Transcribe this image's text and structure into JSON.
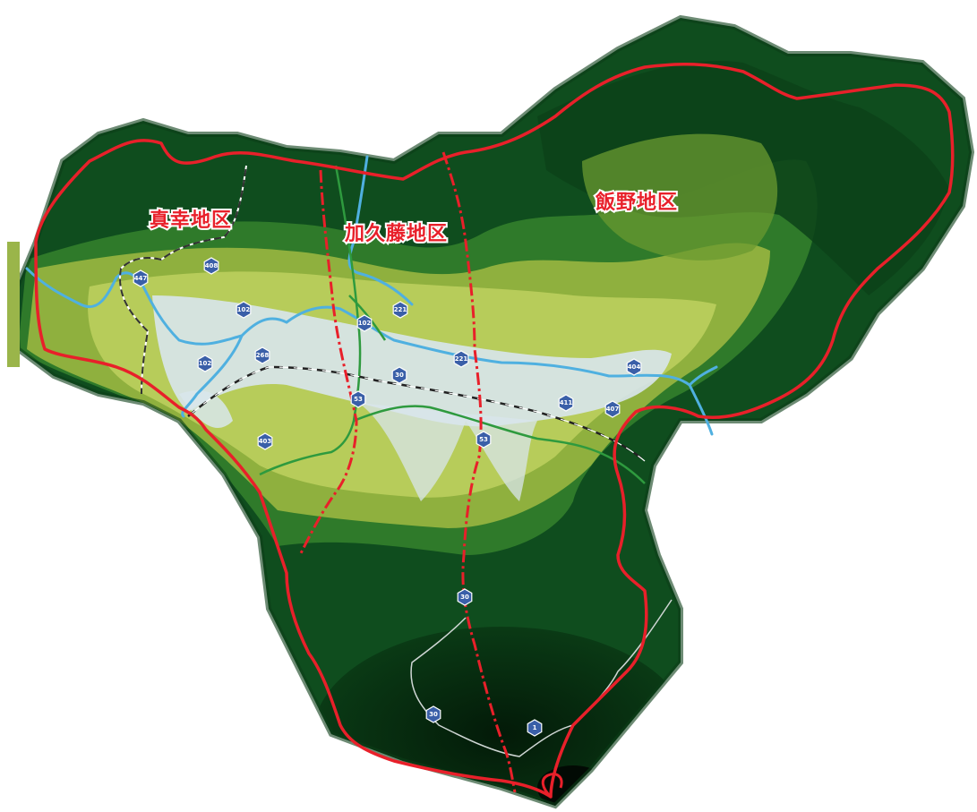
{
  "map": {
    "districts": [
      {
        "name": "真幸地区"
      },
      {
        "name": "加久藤地区"
      },
      {
        "name": "飯野地区"
      }
    ],
    "route_shields": [
      {
        "label": "447",
        "kind": "prefectural"
      },
      {
        "label": "408",
        "kind": "prefectural"
      },
      {
        "label": "102",
        "kind": "prefectural"
      },
      {
        "label": "102",
        "kind": "prefectural"
      },
      {
        "label": "268",
        "kind": "national"
      },
      {
        "label": "102",
        "kind": "prefectural"
      },
      {
        "label": "221",
        "kind": "national"
      },
      {
        "label": "221",
        "kind": "national"
      },
      {
        "label": "30",
        "kind": "prefectural"
      },
      {
        "label": "53",
        "kind": "prefectural"
      },
      {
        "label": "403",
        "kind": "prefectural"
      },
      {
        "label": "53",
        "kind": "prefectural"
      },
      {
        "label": "411",
        "kind": "prefectural"
      },
      {
        "label": "407",
        "kind": "prefectural"
      },
      {
        "label": "404",
        "kind": "prefectural"
      },
      {
        "label": "30",
        "kind": "prefectural"
      },
      {
        "label": "30",
        "kind": "prefectural"
      },
      {
        "label": "1",
        "kind": "prefectural"
      }
    ],
    "colors": {
      "boundary": "#e8202a",
      "river": "#4fb0e0",
      "expressway": "#2e9a3e",
      "railway": "#222222",
      "urban": "#d8e6ec",
      "forest_dark": "#0f4d1e",
      "forest_mid": "#2f7a2a",
      "lowland": "#b7cc5a",
      "shield": "#3a5fa8"
    }
  }
}
